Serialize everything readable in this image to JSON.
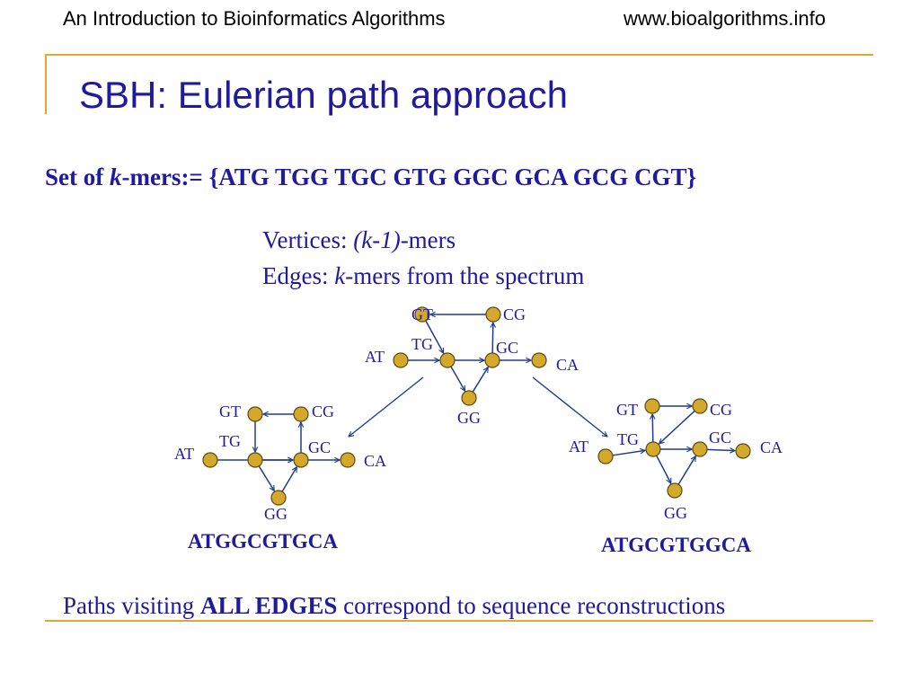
{
  "header": {
    "left": "An Introduction to Bioinformatics Algorithms",
    "right": "www.bioalgorithms.info"
  },
  "title": "SBH: Eulerian path approach",
  "kmers_line": {
    "prefix": "Set of ",
    "k": "k",
    "suffix": "-mers:= {ATG TGG TGC GTG GGC GCA GCG CGT}"
  },
  "definitions": {
    "vertices_label": "Vertices: ",
    "vertices_paren_open": "(",
    "vertices_k": "k-1)",
    "vertices_suffix": "-mers",
    "edges_label": "Edges: ",
    "edges_k": "k",
    "edges_suffix": "-mers from the spectrum"
  },
  "colors": {
    "node_fill": "#D4A82A",
    "node_stroke": "#5A4A10",
    "edge": "#1F3D8C",
    "text_blue": "#1F1A9E",
    "rule": "#E2A72E"
  },
  "graphs": [
    {
      "id": "top",
      "nodes": [
        "GT",
        "CG",
        "TG",
        "GC",
        "AT",
        "CA",
        "GG"
      ],
      "edges": [
        [
          "AT",
          "TG"
        ],
        [
          "TG",
          "GC"
        ],
        [
          "GC",
          "CA"
        ],
        [
          "CG",
          "GT"
        ],
        [
          "GT",
          "TG"
        ],
        [
          "GC",
          "CG"
        ],
        [
          "TG",
          "GG"
        ],
        [
          "GG",
          "GC"
        ]
      ]
    },
    {
      "id": "left",
      "nodes": [
        "GT",
        "CG",
        "TG",
        "GC",
        "AT",
        "CA",
        "GG"
      ],
      "edges": [
        [
          "AT",
          "GC"
        ],
        [
          "TG",
          "GG"
        ],
        [
          "GG",
          "GC"
        ],
        [
          "GC",
          "CA"
        ],
        [
          "GC",
          "CG"
        ],
        [
          "CG",
          "GT"
        ],
        [
          "GT",
          "TG"
        ],
        [
          "TG",
          "GC"
        ]
      ]
    },
    {
      "id": "right",
      "nodes": [
        "GT",
        "CG",
        "TG",
        "GC",
        "AT",
        "CA",
        "GG"
      ],
      "edges": [
        [
          "AT",
          "TG"
        ],
        [
          "TG",
          "GT"
        ],
        [
          "GT",
          "CG"
        ],
        [
          "CG",
          "TG"
        ],
        [
          "TG",
          "GG"
        ],
        [
          "GG",
          "GC"
        ],
        [
          "GC",
          "CA"
        ],
        [
          "TG",
          "GC"
        ]
      ]
    }
  ],
  "sequences": {
    "left": "ATGGCGTGCA",
    "right": "ATGCGTGGCA"
  },
  "footer": {
    "prefix": "Paths visiting ",
    "bold": "ALL EDGES",
    "suffix": " correspond to sequence reconstructions"
  }
}
